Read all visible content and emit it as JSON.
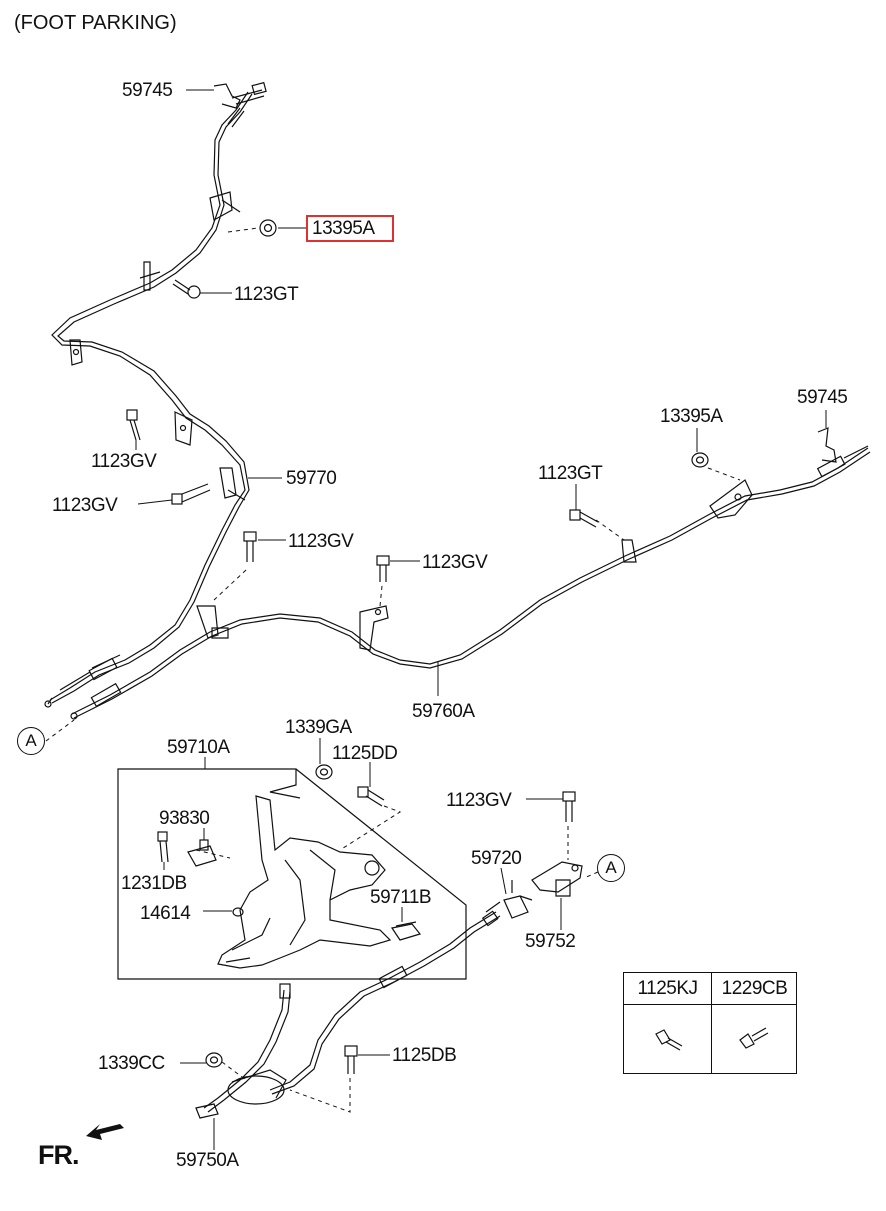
{
  "header": {
    "title": "(FOOT PARKING)"
  },
  "labels": {
    "p59745_top": "59745",
    "p13395A_top": "13395A",
    "p1123GT_top": "1123GT",
    "p1123GV_a": "1123GV",
    "p59770": "59770",
    "p1123GV_b": "1123GV",
    "p1123GV_c": "1123GV",
    "p1123GV_d": "1123GV",
    "p1123GT_right": "1123GT",
    "p13395A_right": "13395A",
    "p59745_right": "59745",
    "p59760A": "59760A",
    "p59710A": "59710A",
    "p1339GA": "1339GA",
    "p1125DD": "1125DD",
    "p93830": "93830",
    "p1231DB": "1231DB",
    "p14614": "14614",
    "p59711B": "59711B",
    "p1123GV_e": "1123GV",
    "p59720": "59720",
    "p59752": "59752",
    "p1339CC": "1339CC",
    "p1125DB": "1125DB",
    "p59750A": "59750A"
  },
  "highlighted_part": "13395A",
  "highlight_color": "#e03131",
  "connector": {
    "left": "A",
    "right": "A"
  },
  "front_indicator": "FR.",
  "fastener_table": {
    "col1": "1125KJ",
    "col2": "1229CB"
  }
}
